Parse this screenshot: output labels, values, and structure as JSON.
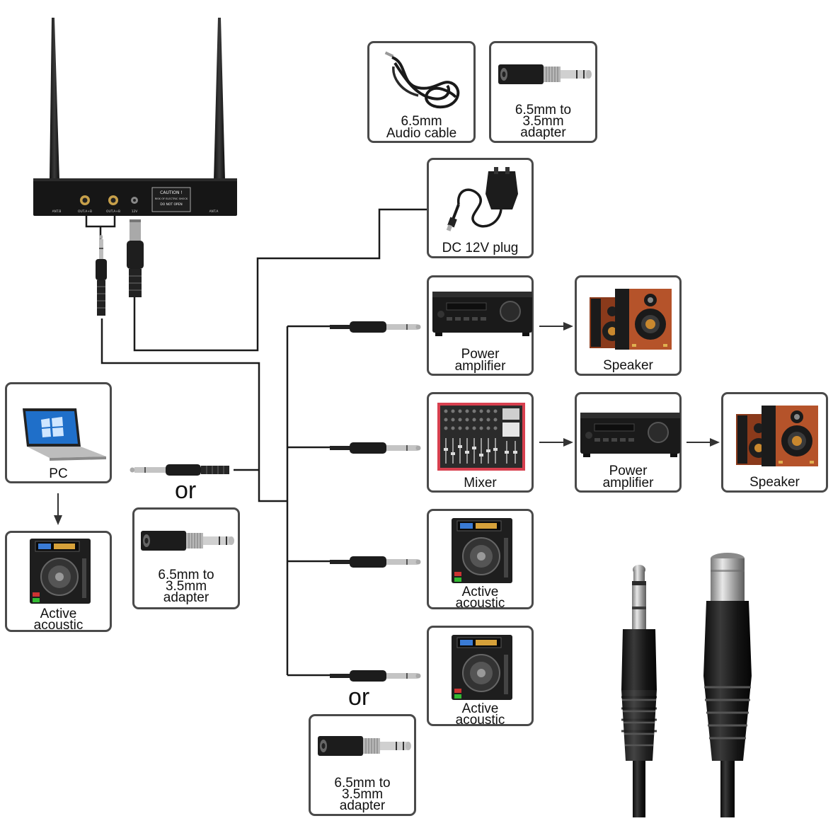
{
  "receiver": {
    "caution_title": "CAUTION !",
    "caution_line": "RISK OF ELECTRIC SHOCK",
    "caution_warn": "DO NOT OPEN",
    "port_labels": [
      "ANT.B",
      "OUT.A+B",
      "OUT.A+B",
      "12V",
      "ANT.A"
    ]
  },
  "boxes": {
    "audio_cable": {
      "line1": "6.5mm",
      "line2": "Audio cable"
    },
    "adapter_top": {
      "line1": "6.5mm to",
      "line2": "3.5mm",
      "line3": "adapter"
    },
    "dc_plug": {
      "line1": "DC 12V plug"
    },
    "power_amp_1": {
      "line1": "Power",
      "line2": "amplifier"
    },
    "speaker_1": {
      "line1": "Speaker"
    },
    "mixer": {
      "line1": "Mixer"
    },
    "power_amp_2": {
      "line1": "Power",
      "line2": "amplifier"
    },
    "speaker_2": {
      "line1": "Speaker"
    },
    "active_acoustic_1": {
      "line1": "Active",
      "line2": "acoustic"
    },
    "active_acoustic_2": {
      "line1": "Active",
      "line2": "acoustic"
    },
    "adapter_bottom": {
      "line1": "6.5mm to",
      "line2": "3.5mm",
      "line3": "adapter"
    },
    "pc": {
      "line1": "PC"
    },
    "active_acoustic_left": {
      "line1": "Active",
      "line2": "acoustic"
    },
    "adapter_left": {
      "line1": "6.5mm to",
      "line2": "3.5mm",
      "line3": "adapter"
    }
  },
  "or_labels": {
    "left": "or",
    "bottom": "or"
  },
  "colors": {
    "border": "#4a4a4a",
    "wire": "#1a1a1a",
    "speaker_wood": "#b5532a",
    "mixer_red": "#d8404f"
  }
}
